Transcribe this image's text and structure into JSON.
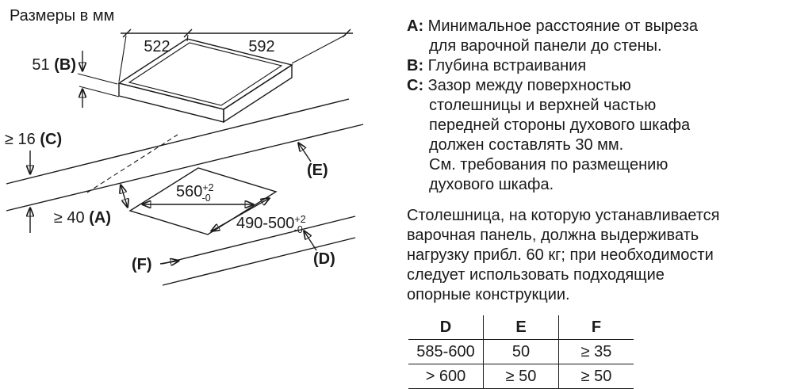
{
  "title": "Размеры в мм",
  "diagram": {
    "dim_width_back": "522",
    "dim_width_front": "592",
    "dim_b_value": "51 ",
    "dim_b_key": "(B)",
    "dim_c_value": "≥ 16 ",
    "dim_c_key": "(C)",
    "dim_a_value": "≥ 40 ",
    "dim_a_key": "(A)",
    "cutout_width": "560",
    "cutout_width_tol_plus": "+2",
    "cutout_width_tol_minus": "-0",
    "cutout_depth": "490-500",
    "cutout_depth_tol_plus": "+2",
    "cutout_depth_tol_minus": "-0",
    "label_e": "(E)",
    "label_d": "(D)",
    "label_f": "(F)"
  },
  "notes": [
    {
      "key": "A:",
      "text": " Минимальное расстояние от выреза\nдля варочной панели до стены."
    },
    {
      "key": "B:",
      "text": " Глубина встраивания"
    },
    {
      "key": "C:",
      "text": " Зазор между поверхностью\nстолешницы и верхней частью\nпередней стороны духового шкафа\nдолжен составлять 30 мм.\nСм. требования по размещению\nдухового шкафа."
    }
  ],
  "paragraph": "Столешница, на которую устанавливается\nварочная панель, должна выдерживать\nнагрузку прибл. 60 кг; при необходимости\nследует использовать подходящие\nопорные конструкции.",
  "table": {
    "headers": [
      "D",
      "E",
      "F"
    ],
    "rows": [
      [
        "585-600",
        "50",
        "≥ 35"
      ],
      [
        "> 600",
        "≥ 50",
        "≥ 50"
      ]
    ]
  },
  "colors": {
    "ink": "#1a1a1a",
    "background": "#ffffff"
  }
}
